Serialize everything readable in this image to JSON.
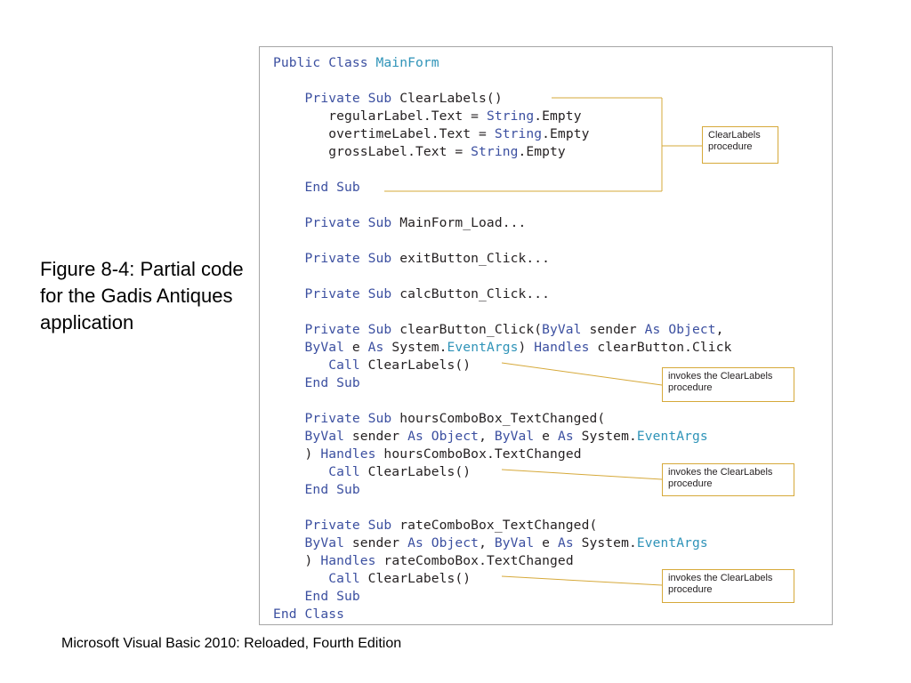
{
  "caption": "Figure 8-4: Partial code for the Gadis Antiques application",
  "footer": "Microsoft Visual Basic 2010: Reloaded, Fourth Edition",
  "colors": {
    "keyword": "#3b4fa0",
    "type": "#2e93b8",
    "text": "#231f20",
    "leader": "#d6a93a",
    "frame": "#a6a6a6"
  },
  "code_lines": [
    [
      {
        "t": "Public Class ",
        "c": "kw"
      },
      {
        "t": "MainForm",
        "c": "ty"
      }
    ],
    [
      {
        "t": "    "
      },
      {
        "t": "Private Sub ",
        "c": "kw"
      },
      {
        "t": "ClearLabels()"
      }
    ],
    [
      {
        "t": "       regularLabel.Text = "
      },
      {
        "t": "String",
        "c": "kw"
      },
      {
        "t": ".Empty"
      }
    ],
    [
      {
        "t": "       overtimeLabel.Text = "
      },
      {
        "t": "String",
        "c": "kw"
      },
      {
        "t": ".Empty"
      }
    ],
    [
      {
        "t": "       grossLabel.Text = "
      },
      {
        "t": "String",
        "c": "kw"
      },
      {
        "t": ".Empty"
      }
    ],
    [
      {
        "t": "    "
      },
      {
        "t": "End Sub",
        "c": "kw"
      }
    ],
    [
      {
        "t": "    "
      },
      {
        "t": "Private Sub ",
        "c": "kw"
      },
      {
        "t": "MainForm_Load..."
      }
    ],
    [
      {
        "t": "    "
      },
      {
        "t": "Private Sub ",
        "c": "kw"
      },
      {
        "t": "exitButton_Click..."
      }
    ],
    [
      {
        "t": "    "
      },
      {
        "t": "Private Sub ",
        "c": "kw"
      },
      {
        "t": "calcButton_Click..."
      }
    ],
    [
      {
        "t": "    "
      },
      {
        "t": "Private Sub ",
        "c": "kw"
      },
      {
        "t": "clearButton_Click("
      },
      {
        "t": "ByVal",
        "c": "kw"
      },
      {
        "t": " sender "
      },
      {
        "t": "As",
        "c": "kw"
      },
      {
        "t": " "
      },
      {
        "t": "Object",
        "c": "kw"
      },
      {
        "t": ","
      }
    ],
    [
      {
        "t": "    "
      },
      {
        "t": "ByVal",
        "c": "kw"
      },
      {
        "t": " e "
      },
      {
        "t": "As",
        "c": "kw"
      },
      {
        "t": " System."
      },
      {
        "t": "EventArgs",
        "c": "ty"
      },
      {
        "t": ") "
      },
      {
        "t": "Handles",
        "c": "kw"
      },
      {
        "t": " clearButton.Click"
      }
    ],
    [
      {
        "t": "       "
      },
      {
        "t": "Call",
        "c": "kw"
      },
      {
        "t": " ClearLabels()"
      }
    ],
    [
      {
        "t": "    "
      },
      {
        "t": "End Sub",
        "c": "kw"
      }
    ],
    [
      {
        "t": "    "
      },
      {
        "t": "Private Sub ",
        "c": "kw"
      },
      {
        "t": "hoursComboBox_TextChanged("
      }
    ],
    [
      {
        "t": "    "
      },
      {
        "t": "ByVal",
        "c": "kw"
      },
      {
        "t": " sender "
      },
      {
        "t": "As",
        "c": "kw"
      },
      {
        "t": " "
      },
      {
        "t": "Object",
        "c": "kw"
      },
      {
        "t": ", "
      },
      {
        "t": "ByVal",
        "c": "kw"
      },
      {
        "t": " e "
      },
      {
        "t": "As",
        "c": "kw"
      },
      {
        "t": " System."
      },
      {
        "t": "EventArgs",
        "c": "ty"
      }
    ],
    [
      {
        "t": "    ) "
      },
      {
        "t": "Handles",
        "c": "kw"
      },
      {
        "t": " hoursComboBox.TextChanged"
      }
    ],
    [
      {
        "t": "       "
      },
      {
        "t": "Call",
        "c": "kw"
      },
      {
        "t": " ClearLabels()"
      }
    ],
    [
      {
        "t": "    "
      },
      {
        "t": "End Sub",
        "c": "kw"
      }
    ],
    [
      {
        "t": "    "
      },
      {
        "t": "Private Sub ",
        "c": "kw"
      },
      {
        "t": "rateComboBox_TextChanged("
      }
    ],
    [
      {
        "t": "    "
      },
      {
        "t": "ByVal",
        "c": "kw"
      },
      {
        "t": " sender "
      },
      {
        "t": "As",
        "c": "kw"
      },
      {
        "t": " "
      },
      {
        "t": "Object",
        "c": "kw"
      },
      {
        "t": ", "
      },
      {
        "t": "ByVal",
        "c": "kw"
      },
      {
        "t": " e "
      },
      {
        "t": "As",
        "c": "kw"
      },
      {
        "t": " System."
      },
      {
        "t": "EventArgs",
        "c": "ty"
      }
    ],
    [
      {
        "t": "    ) "
      },
      {
        "t": "Handles",
        "c": "kw"
      },
      {
        "t": " rateComboBox.TextChanged"
      }
    ],
    [
      {
        "t": "       "
      },
      {
        "t": "Call",
        "c": "kw"
      },
      {
        "t": " ClearLabels()"
      }
    ],
    [
      {
        "t": "    "
      },
      {
        "t": "End Sub",
        "c": "kw"
      }
    ],
    [
      {
        "t": "End Class",
        "c": "kw"
      }
    ]
  ],
  "callouts": {
    "clearlabels_procedure": "ClearLabels procedure",
    "invokes_1": "invokes the ClearLabels procedure",
    "invokes_2": "invokes the ClearLabels procedure",
    "invokes_3": "invokes the ClearLabels procedure"
  }
}
